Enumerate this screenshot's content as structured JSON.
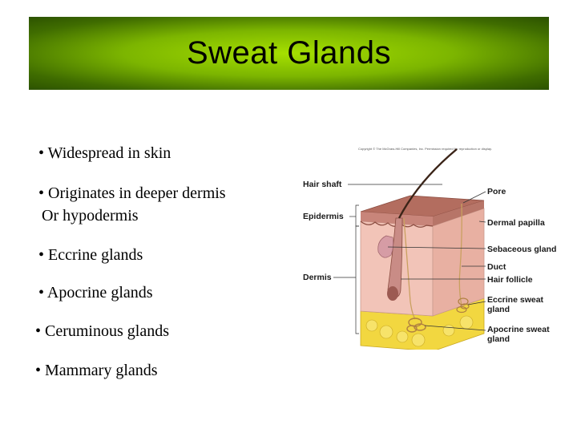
{
  "slide": {
    "title": "Sweat Glands",
    "bullets": [
      "• Widespread in skin",
      "• Originates in deeper dermis",
      "Or hypodermis",
      "• Eccrine glands",
      "• Apocrine glands",
      "• Ceruminous glands",
      "• Mammary glands"
    ]
  },
  "diagram": {
    "copyright": "Copyright © The McGraw-Hill Companies, Inc. Permission required for reproduction or display.",
    "left_labels": [
      "Hair shaft",
      "Epidermis",
      "Dermis"
    ],
    "right_labels": [
      "Pore",
      "Dermal papilla",
      "Sebaceous gland",
      "Duct",
      "Hair follicle",
      "Eccrine sweat",
      "gland",
      "Apocrine sweat",
      "gland"
    ]
  },
  "colors": {
    "title_bar_center": "#a6e000",
    "title_bar_edge": "#2c5200",
    "dermis": "#f2c4b8",
    "epidermis": "#c8857a",
    "fat": "#f2d740"
  }
}
